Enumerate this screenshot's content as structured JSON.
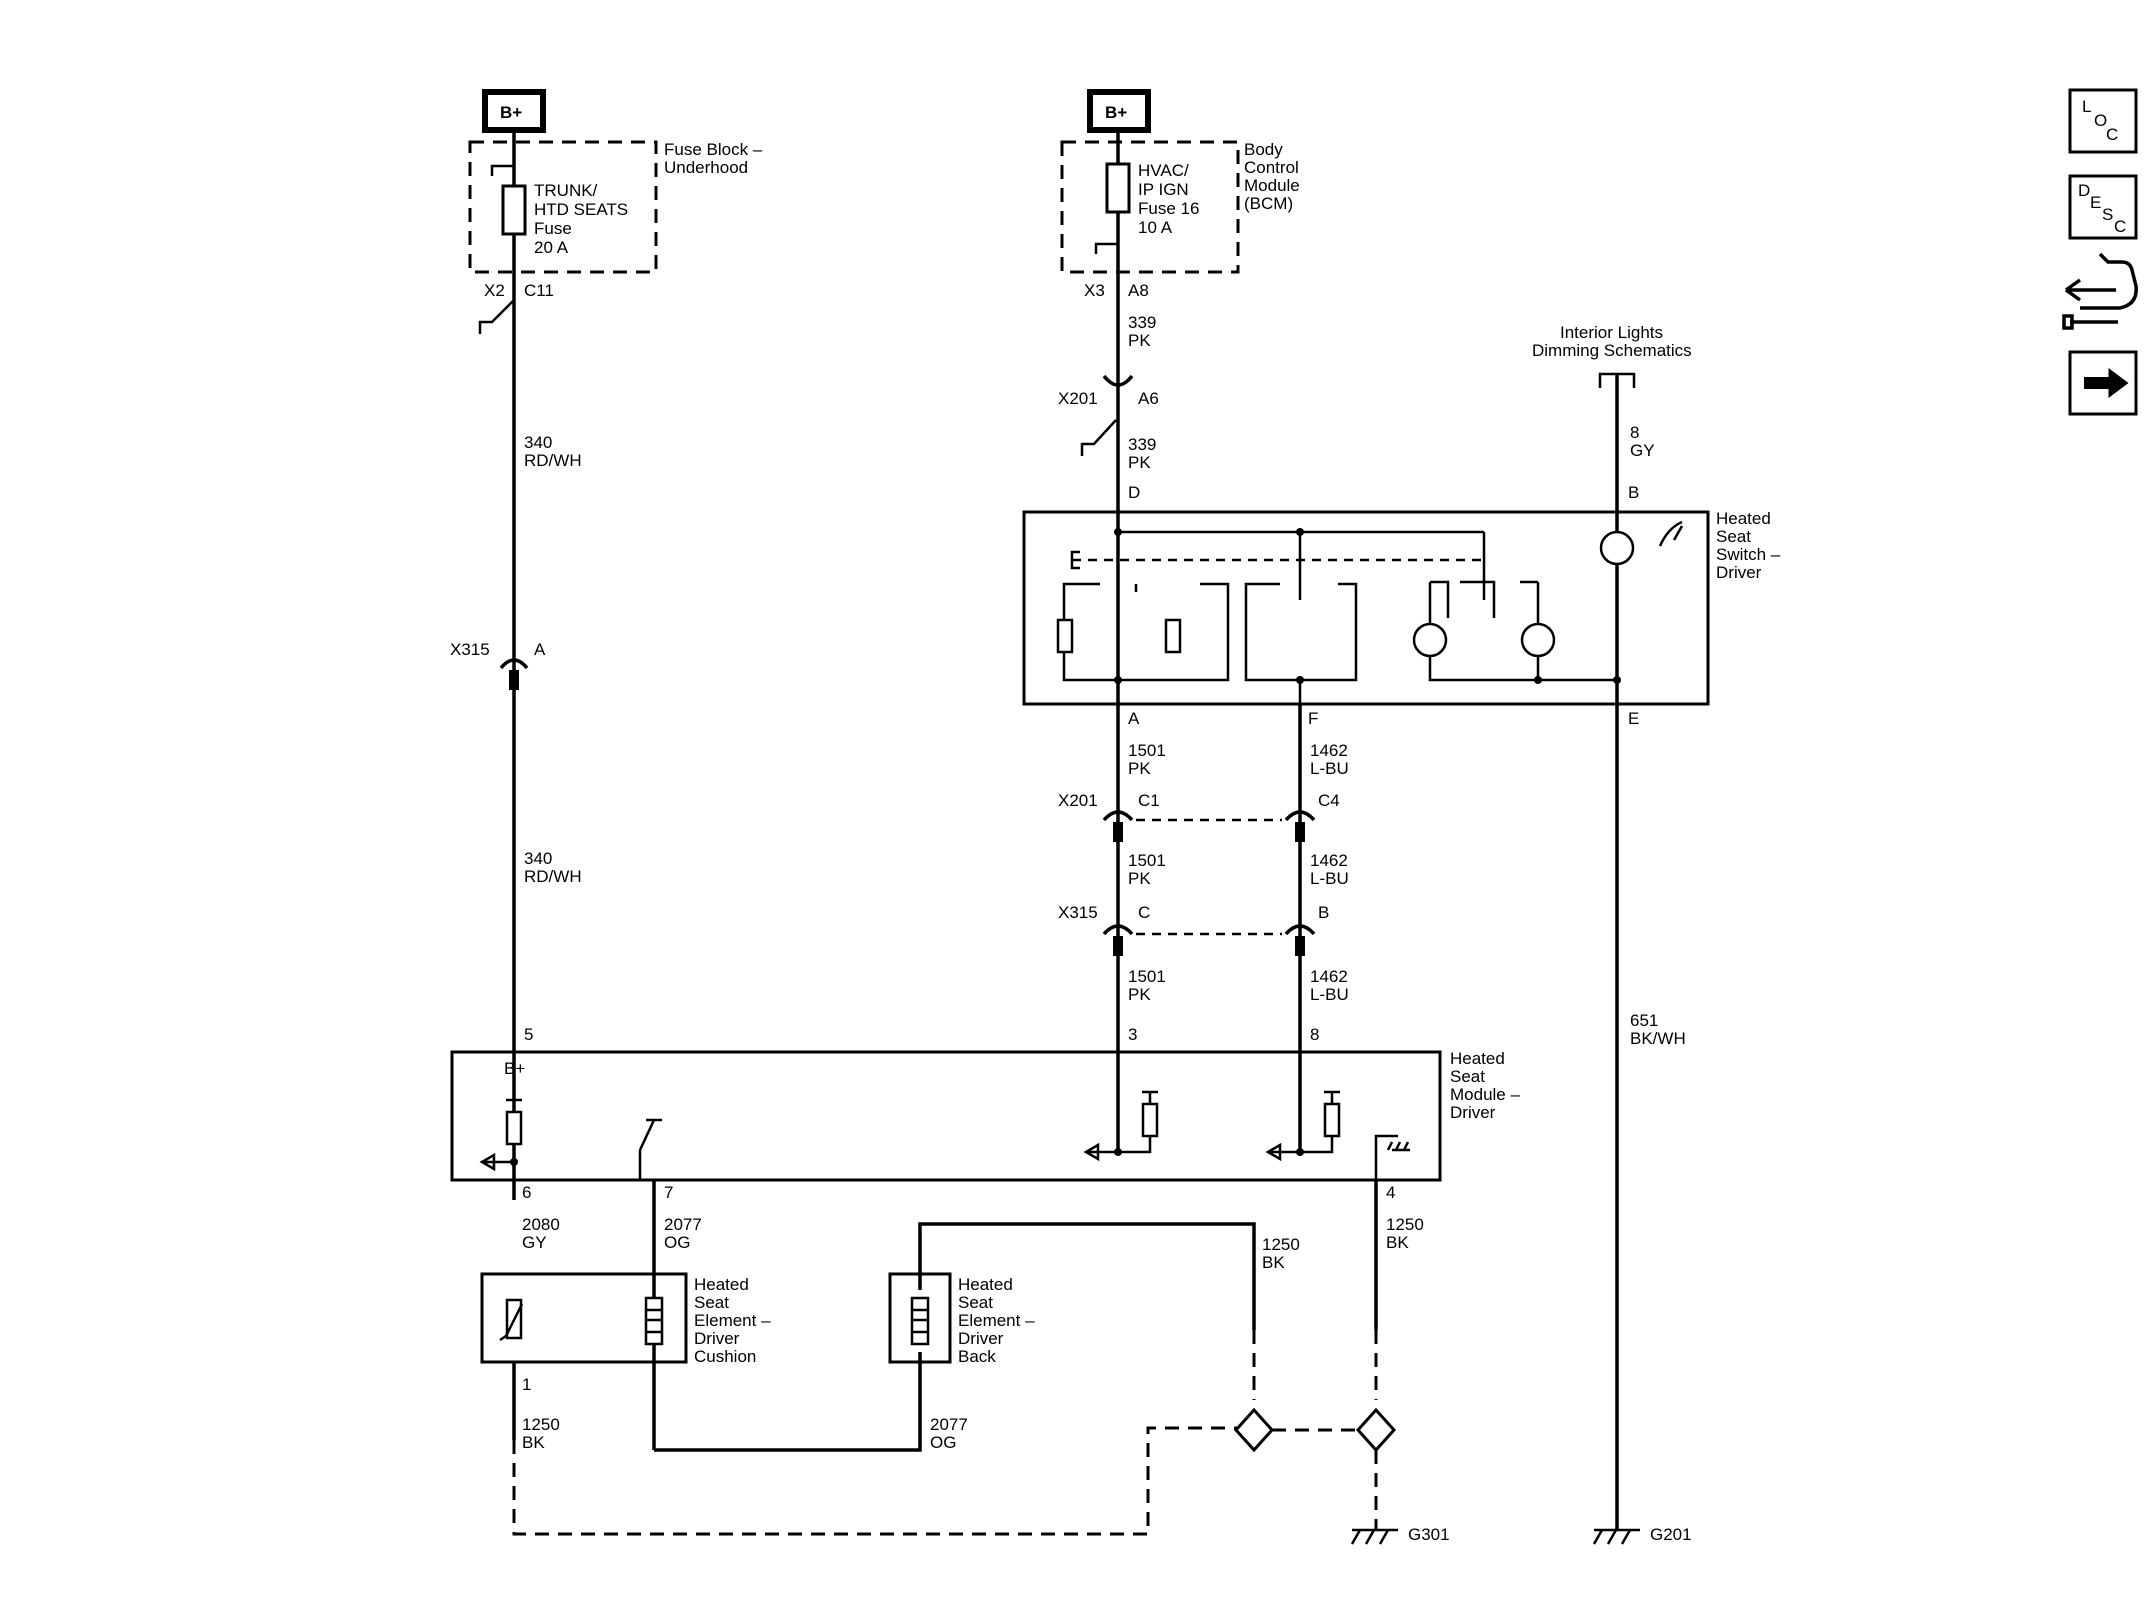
{
  "nav": {
    "loc": [
      "L",
      "O",
      "C"
    ],
    "desc": [
      "D",
      "E",
      "S",
      "C"
    ],
    "icons": [
      "connector-repair-icon",
      "next-page-arrow-icon"
    ]
  },
  "diagram": {
    "bplus": "B+",
    "fuse_block": {
      "label": [
        "Fuse Block –",
        "Underhood"
      ],
      "fuse": [
        "TRUNK/",
        "HTD SEATS",
        "Fuse",
        "20 A"
      ],
      "connector": "X2",
      "pin": "C11"
    },
    "bcm": {
      "label": [
        "Body",
        "Control",
        "Module",
        "(BCM)"
      ],
      "fuse": [
        "HVAC/",
        "IP IGN",
        "Fuse 16",
        "10 A"
      ],
      "connector": "X3",
      "pin": "A8"
    },
    "interior_lights": [
      "Interior Lights",
      "Dimming Schematics"
    ],
    "wires": {
      "w340": [
        "340",
        "RD/WH"
      ],
      "w339": [
        "339",
        "PK"
      ],
      "w8": [
        "8",
        "GY"
      ],
      "w1501": [
        "1501",
        "PK"
      ],
      "w1462": [
        "1462",
        "L-BU"
      ],
      "w651": [
        "651",
        "BK/WH"
      ],
      "w2080": [
        "2080",
        "GY"
      ],
      "w2077": [
        "2077",
        "OG"
      ],
      "w1250": [
        "1250",
        "BK"
      ]
    },
    "connectors": {
      "x201": "X201",
      "x315": "X315",
      "x201_a6": "A6",
      "x315_a": "A",
      "x201_c1": "C1",
      "x201_c4": "C4",
      "x315_c": "C",
      "x315_b": "B"
    },
    "switch": {
      "label": [
        "Heated",
        "Seat",
        "Switch –",
        "Driver"
      ],
      "pins": {
        "d": "D",
        "b": "B",
        "a": "A",
        "f": "F",
        "e": "E"
      }
    },
    "module": {
      "label": [
        "Heated",
        "Seat",
        "Module –",
        "Driver"
      ],
      "bplus": "B+",
      "pins": {
        "p5": "5",
        "p3": "3",
        "p8": "8",
        "p6": "6",
        "p7": "7",
        "p4": "4"
      }
    },
    "cushion": {
      "label": [
        "Heated",
        "Seat",
        "Element –",
        "Driver",
        "Cushion"
      ],
      "pin": "1"
    },
    "back": {
      "label": [
        "Heated",
        "Seat",
        "Element –",
        "Driver",
        "Back"
      ]
    },
    "grounds": {
      "g301": "G301",
      "g201": "G201"
    }
  }
}
